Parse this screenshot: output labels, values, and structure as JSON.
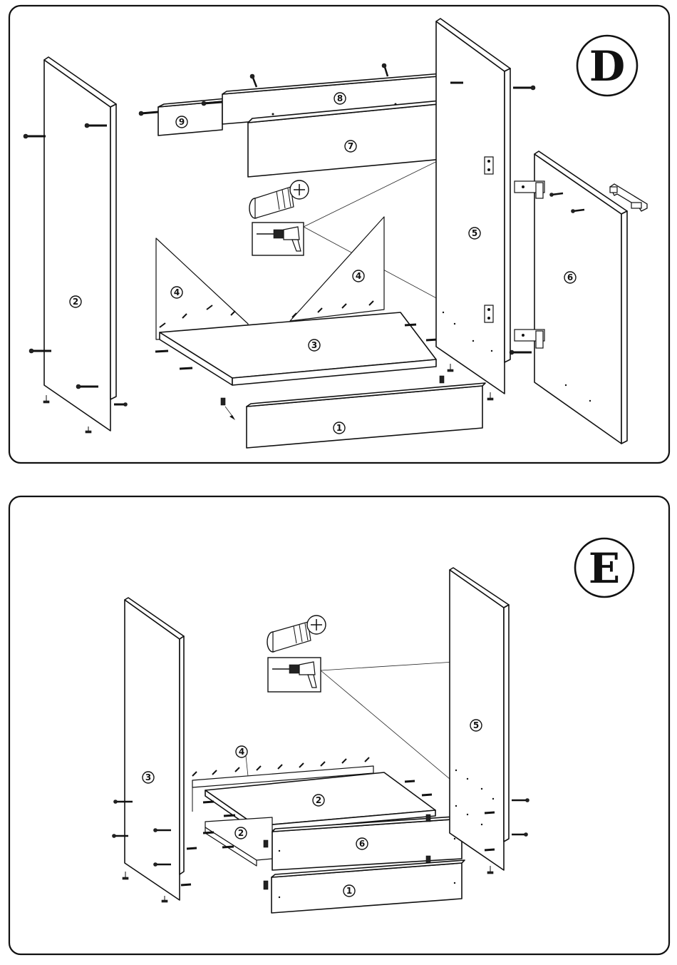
{
  "panels": [
    {
      "step_letter": "D",
      "part_labels": [
        "1",
        "2",
        "3",
        "4",
        "4",
        "5",
        "6",
        "7",
        "8",
        "9"
      ]
    },
    {
      "step_letter": "E",
      "part_labels": [
        "1",
        "2",
        "2",
        "3",
        "4",
        "5",
        "6"
      ]
    }
  ],
  "icons": [
    "cam-dowel-icon",
    "drill-icon",
    "screw-icon",
    "bolt-icon",
    "hinge-icon",
    "handle-icon",
    "drawer-runner-icon",
    "leveling-foot-icon"
  ]
}
